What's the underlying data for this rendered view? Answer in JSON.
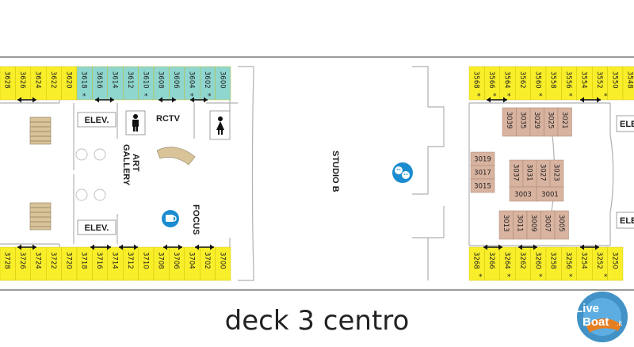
{
  "map": {
    "title": "deck 3 centro",
    "colors": {
      "cabin_standard": "#f9ee2a",
      "cabin_accessible": "#8fd6cf",
      "cabin_inside": "#d8b3a0",
      "wall": "#9a9a9a",
      "service_icon": "#1b8ccf"
    },
    "labels": {
      "elev_top_left": "ELEV.",
      "elev_bottom_left": "ELEV.",
      "elev_top_right": "ELE",
      "elev_bottom_right": "ELE",
      "rctv": "RCTV",
      "art_gallery_1": "ART",
      "art_gallery_2": "GALLERY",
      "focus": "FOCUS",
      "studio_b": "STUDIO B"
    },
    "cabins": {
      "top_left": [
        "3628",
        "3626",
        "3624",
        "3622",
        "3620",
        "3618",
        "3616",
        "3614",
        "3612",
        "3610",
        "3608",
        "3606",
        "3604",
        "3602",
        "3600"
      ],
      "top_left_accessible": [
        "3618",
        "3616",
        "3614",
        "3612",
        "3610",
        "3608",
        "3606",
        "3604",
        "3602",
        "3600"
      ],
      "bottom_left": [
        "3728",
        "3726",
        "3724",
        "3722",
        "3720",
        "3718",
        "3716",
        "3714",
        "3712",
        "3710",
        "3708",
        "3706",
        "3704",
        "3702",
        "3700"
      ],
      "top_right": [
        "3568",
        "3566",
        "3564",
        "3562",
        "3560",
        "3558",
        "3556",
        "3554",
        "3552",
        "3550",
        "3548"
      ],
      "bottom_right": [
        "3268",
        "3266",
        "3264",
        "3262",
        "3260",
        "3258",
        "3256",
        "3254",
        "3252",
        "3250"
      ],
      "inside_top": [
        "3039",
        "3035",
        "3029",
        "3025",
        "3021"
      ],
      "inside_left": [
        "3019",
        "3017",
        "3015"
      ],
      "inside_mid_v": [
        "3037",
        "3031",
        "3027",
        "3023"
      ],
      "inside_mid_h": [
        "3003",
        "3001"
      ],
      "inside_bottom": [
        "3013",
        "3011",
        "3009",
        "3007",
        "3005"
      ]
    },
    "logo": {
      "line1": "Live",
      "line2": "Boat",
      "suffix": ".it"
    },
    "icons": [
      "female-restroom-icon",
      "male-restroom-icon",
      "coffee-icon",
      "theater-icon"
    ]
  }
}
